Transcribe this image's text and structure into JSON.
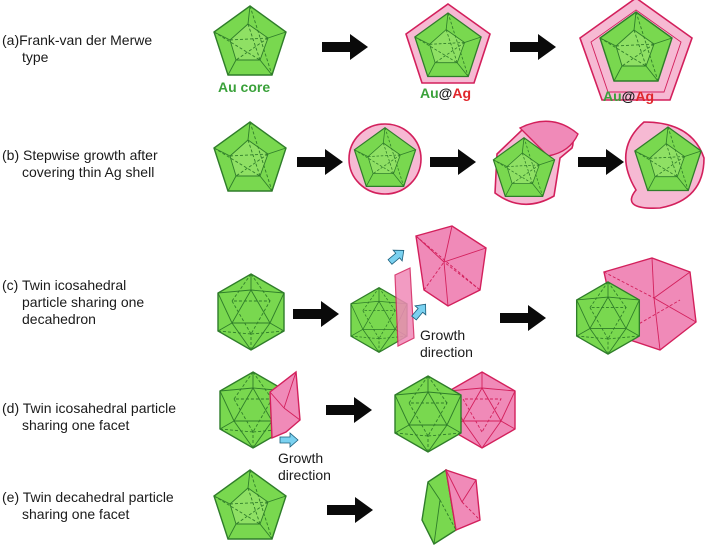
{
  "colors": {
    "gold_fill": "#79d84f",
    "gold_edge": "#2f7d2a",
    "silver_fill": "#f08ab8",
    "silver_shell": "#f6b9d3",
    "silver_edge": "#d3205c",
    "arrow": "#0a0a0a",
    "growth_arrow": "#7ad1f0",
    "label_green": "#3aa13a",
    "label_red": "#e0262b"
  },
  "rows": [
    {
      "id": "a",
      "lines": [
        "(a)Frank-van der Merwe",
        "type"
      ]
    },
    {
      "id": "b",
      "lines": [
        "(b) Stepwise growth after",
        "covering thin Ag shell"
      ]
    },
    {
      "id": "c",
      "lines": [
        "(c) Twin icosahedral",
        "particle sharing one",
        "decahedron"
      ]
    },
    {
      "id": "d",
      "lines": [
        "(d) Twin icosahedral particle",
        "sharing one facet"
      ]
    },
    {
      "id": "e",
      "lines": [
        "(e) Twin decahedral particle",
        "sharing one facet"
      ]
    }
  ],
  "labels": {
    "au_core": "Au  core",
    "au": "Au",
    "at": "@",
    "ag": "Ag",
    "growth": "Growth",
    "direction": "direction"
  }
}
